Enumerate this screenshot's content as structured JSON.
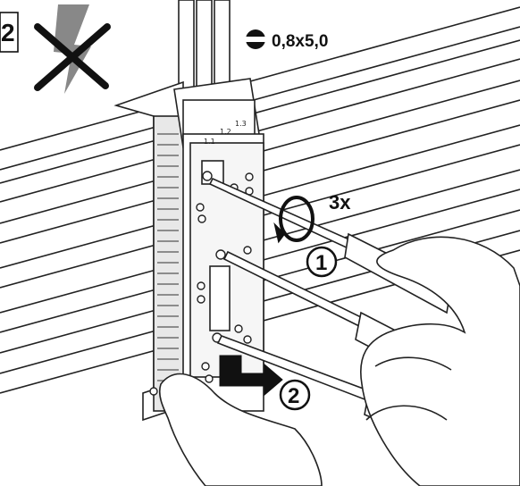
{
  "step_number": "2",
  "screwdriver_size": "0,8x5,0",
  "rotation_count": "3x",
  "callout_1": "1",
  "callout_2": "2",
  "terminal_labels": [
    "1.1",
    "1.2",
    "1.3"
  ]
}
